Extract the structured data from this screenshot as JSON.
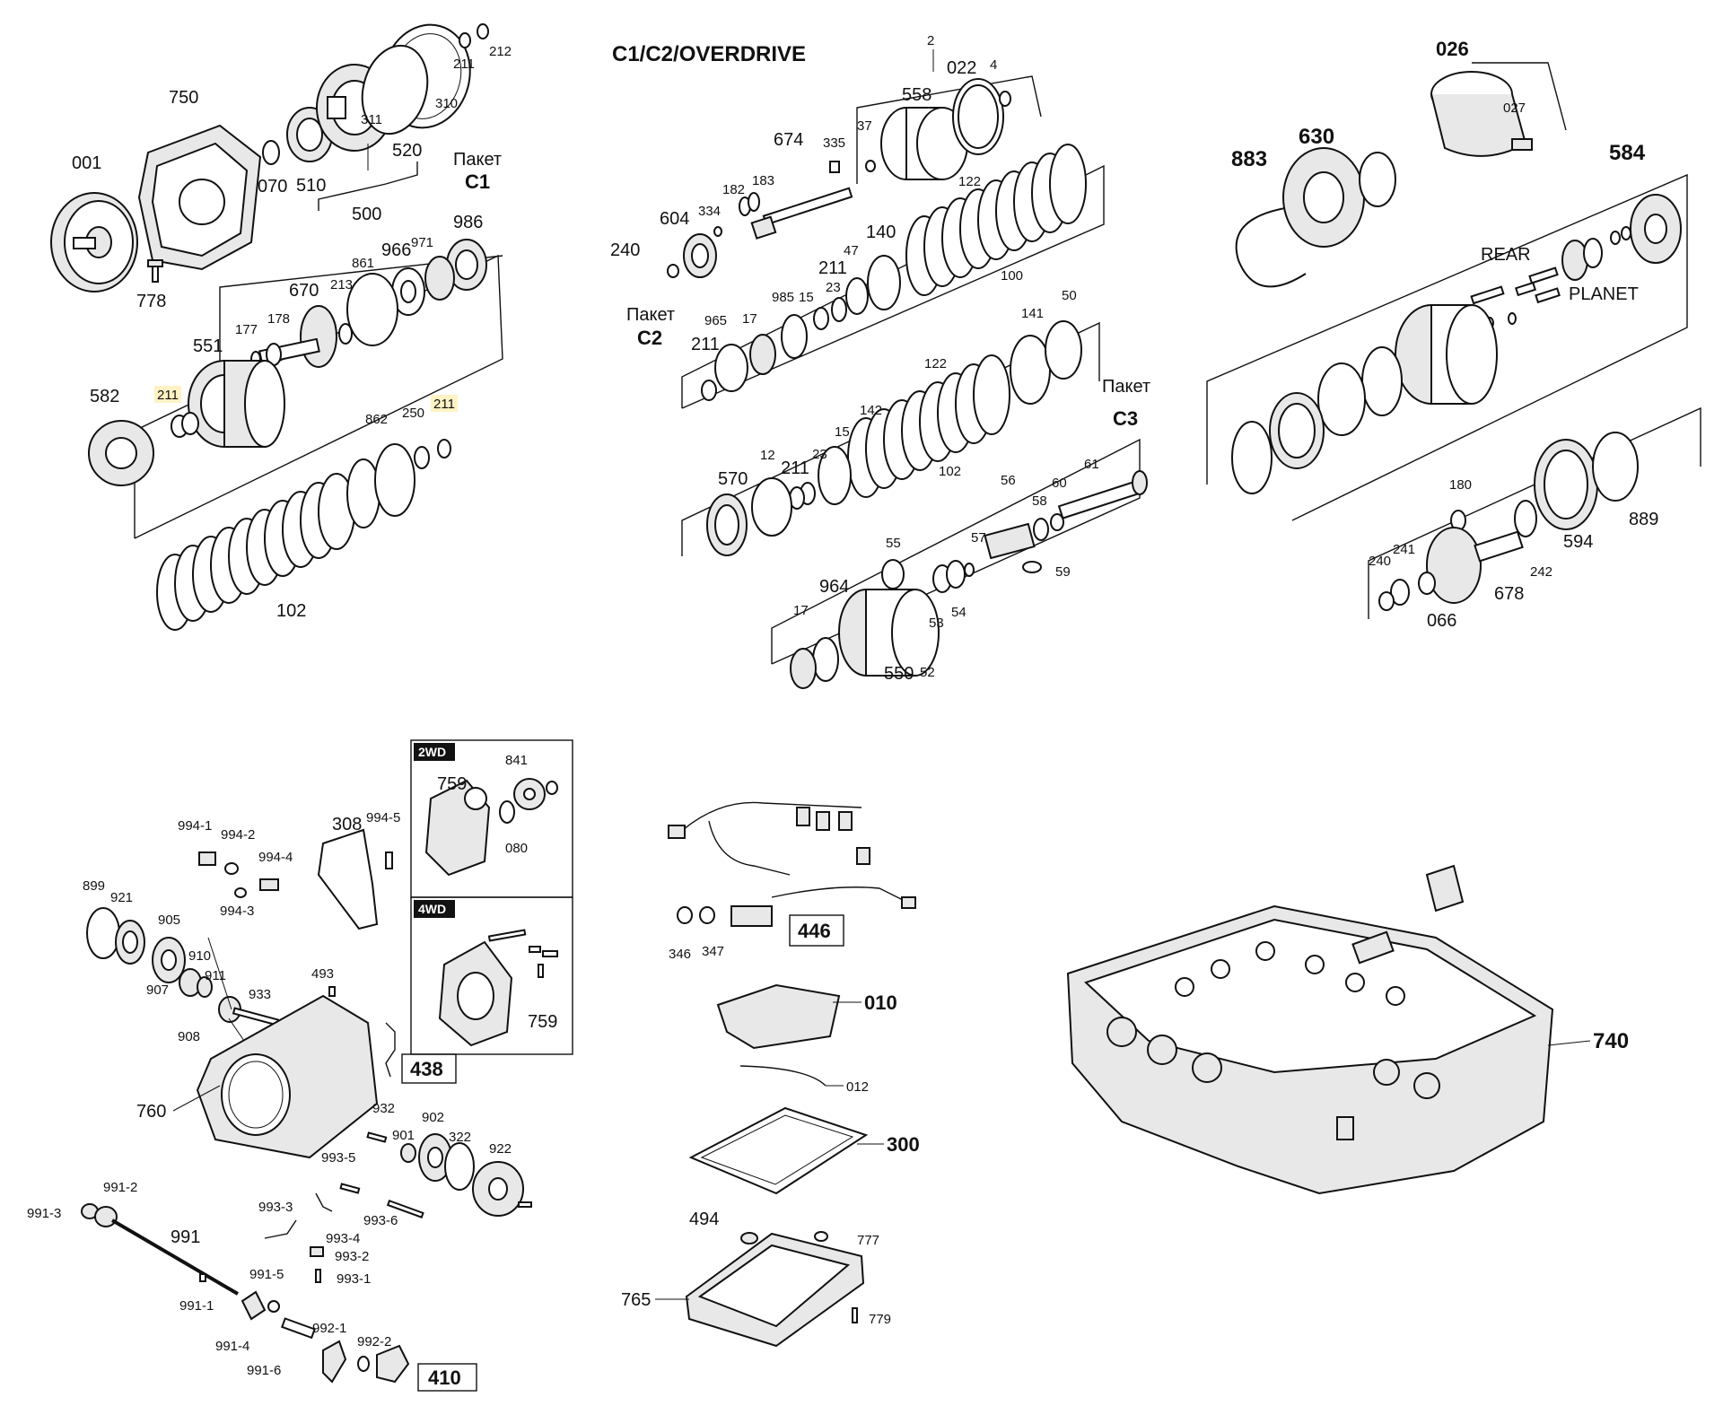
{
  "titles": {
    "overdrive": "C1/C2/OVERDRIVE"
  },
  "packs": {
    "c1_word": "Пакет",
    "c1": "C1",
    "c2_word": "Пакет",
    "c2": "C2",
    "c3_word": "Пакет",
    "c3": "C3"
  },
  "words": {
    "rear": "REAR",
    "planet": "PLANET"
  },
  "tags": {
    "twowd": "2WD",
    "fourwd": "4WD"
  },
  "boxed": {
    "b438": "438",
    "b446": "446",
    "b410": "410"
  },
  "labels": {
    "p001": "001",
    "p750": "750",
    "p778": "778",
    "p070": "070",
    "p510": "510",
    "p311": "311",
    "p310": "310",
    "p211a": "211",
    "p212": "212",
    "p520": "520",
    "p500": "500",
    "p986": "986",
    "p966": "966",
    "p971": "971",
    "p861": "861",
    "p670": "670",
    "p213": "213",
    "p551": "551",
    "p177": "177",
    "p178": "178",
    "p582": "582",
    "p211b": "211",
    "p862": "862",
    "p250": "250",
    "p211c": "211",
    "p102a": "102",
    "p2": "2",
    "p022": "022",
    "p4": "4",
    "p558": "558",
    "p37": "37",
    "p674": "674",
    "p335": "335",
    "p182": "182",
    "p183": "183",
    "p604": "604",
    "p334": "334",
    "p240a": "240",
    "p122a": "122",
    "p140": "140",
    "p47": "47",
    "p211d": "211",
    "p100": "100",
    "p965": "965",
    "p17a": "17",
    "p985": "985",
    "p15a": "15",
    "p23a": "23",
    "p211e": "211",
    "p141": "141",
    "p50": "50",
    "p122b": "122",
    "p142": "142",
    "p15b": "15",
    "p23b": "23",
    "p12": "12",
    "p211f": "211",
    "p570": "570",
    "p102b": "102",
    "p56": "56",
    "p60": "60",
    "p58": "58",
    "p61": "61",
    "p57": "57",
    "p55": "55",
    "p59": "59",
    "p964": "964",
    "p17b": "17",
    "p550": "550",
    "p52": "52",
    "p53": "53",
    "p54": "54",
    "p026": "026",
    "p027": "027",
    "p883": "883",
    "p630": "630",
    "p584": "584",
    "p180": "180",
    "p889": "889",
    "p240b": "240",
    "p241": "241",
    "p066": "066",
    "p678": "678",
    "p242": "242",
    "p594": "594",
    "p994_1": "994-1",
    "p994_2": "994-2",
    "p994_4": "994-4",
    "p994_3": "994-3",
    "p994_5": "994-5",
    "p308": "308",
    "p841": "841",
    "p759a": "759",
    "p080": "080",
    "p759b": "759",
    "p899": "899",
    "p921": "921",
    "p905": "905",
    "p910": "910",
    "p911": "911",
    "p907": "907",
    "p933": "933",
    "p908": "908",
    "p493": "493",
    "p760": "760",
    "p932": "932",
    "p902": "902",
    "p901": "901",
    "p322": "322",
    "p922": "922",
    "p993_5": "993-5",
    "p993_3": "993-3",
    "p993_6": "993-6",
    "p993_4": "993-4",
    "p993_2": "993-2",
    "p993_1": "993-1",
    "p991_3": "991-3",
    "p991_2": "991-2",
    "p991": "991",
    "p991_5": "991-5",
    "p991_1": "991-1",
    "p991_4": "991-4",
    "p991_6": "991-6",
    "p992_1": "992-1",
    "p992_2": "992-2",
    "p346": "346",
    "p347": "347",
    "p010": "010",
    "p012": "012",
    "p300": "300",
    "p494": "494",
    "p777": "777",
    "p765": "765",
    "p779": "779",
    "p740": "740"
  }
}
